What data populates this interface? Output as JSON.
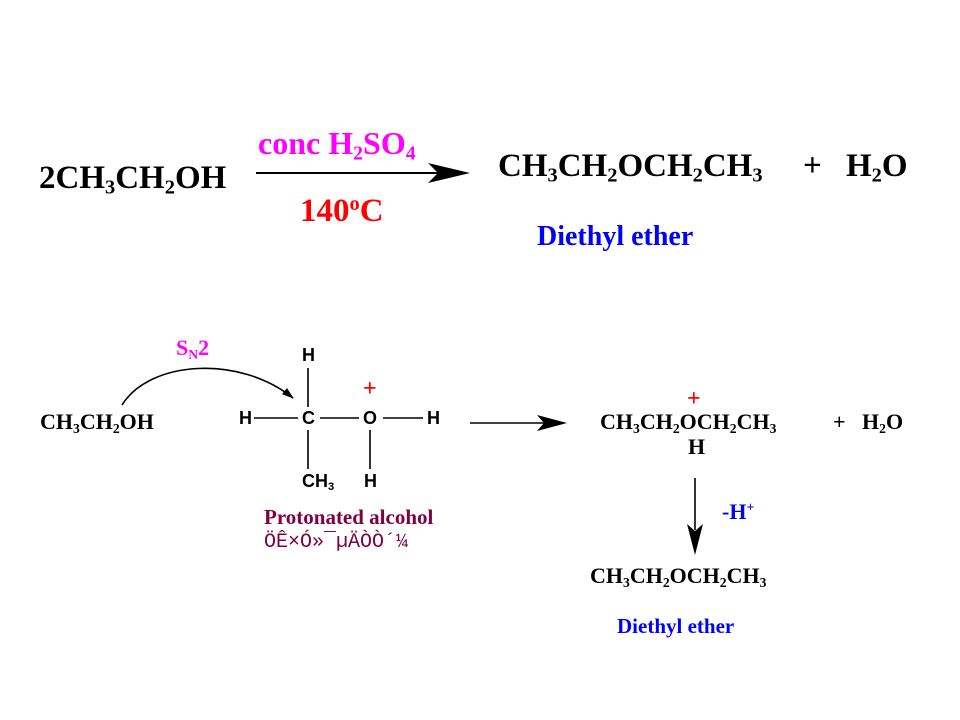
{
  "reaction": {
    "reactant": {
      "coef": "2",
      "p1": "CH",
      "s1": "3",
      "p2": "CH",
      "s2": "2",
      "p3": "OH"
    },
    "reagent": {
      "p1": "conc H",
      "s1": "2",
      "p2": "SO",
      "s2": "4"
    },
    "condition": {
      "p1": "140",
      "sup": "o",
      "p2": "C"
    },
    "product": {
      "p1": "CH",
      "s1": "3",
      "p2": "CH",
      "s2": "2",
      "p3": "OCH",
      "s3": "2",
      "p4": "CH",
      "s4": "3"
    },
    "plus": "+",
    "water": {
      "p1": "H",
      "s1": "2",
      "p2": "O"
    },
    "product_name": "Diethyl ether"
  },
  "mechanism": {
    "sn2": {
      "p1": "S",
      "s1": "N",
      "p2": "2"
    },
    "ethanol": {
      "p1": "CH",
      "s1": "3",
      "p2": "CH",
      "s2": "2",
      "p3": "OH"
    },
    "protonated": {
      "h_top": "H",
      "h_left": "H",
      "carbon": "C",
      "oxygen": "O",
      "h_right": "H",
      "ch3": {
        "p1": "CH",
        "s1": "3"
      },
      "h_bottom": "H",
      "charge": "+"
    },
    "protonated_label": "Protonated alcohol",
    "garbled_label": "ÖÊ×Ó»¯µÄÒÒ´¼",
    "oxonium": {
      "p1": "CH",
      "s1": "3",
      "p2": "CH",
      "s2": "2",
      "p3": "OCH",
      "s3": "2",
      "p4": "CH",
      "s4": "3",
      "h_below": "H",
      "charge": "+"
    },
    "plus": "+",
    "water": {
      "p1": "H",
      "s1": "2",
      "p2": "O"
    },
    "deprotonation": {
      "p1": "-H",
      "sup": "+"
    },
    "final_product": {
      "p1": "CH",
      "s1": "3",
      "p2": "CH",
      "s2": "2",
      "p3": "OCH",
      "s3": "2",
      "p4": "CH",
      "s4": "3"
    },
    "final_name": "Diethyl ether"
  },
  "colors": {
    "magenta": "#ff00ff",
    "red": "#ff0000",
    "blue": "#0000ff",
    "maroon": "#800040",
    "black": "#000000"
  }
}
